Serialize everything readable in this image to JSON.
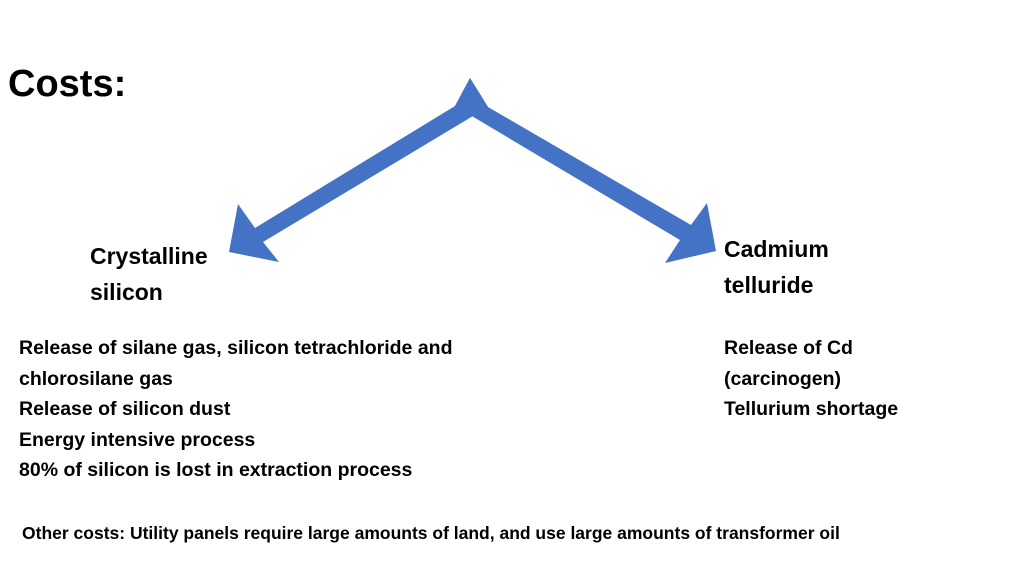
{
  "title": "Costs:",
  "colors": {
    "arrow": "#4472C4"
  },
  "branches": {
    "left": {
      "label_lines": [
        "Crystalline",
        "silicon"
      ],
      "items": [
        "Release of silane gas, silicon tetrachloride and",
        "chlorosilane gas",
        "Release of silicon dust",
        "Energy intensive process",
        "80% of silicon is lost in extraction process"
      ]
    },
    "right": {
      "label_lines": [
        "Cadmium",
        "telluride"
      ],
      "items": [
        "Release of Cd",
        "(carcinogen)",
        "Tellurium shortage"
      ]
    }
  },
  "footer": "Other costs: Utility panels require large amounts of land, and use large amounts of transformer oil"
}
